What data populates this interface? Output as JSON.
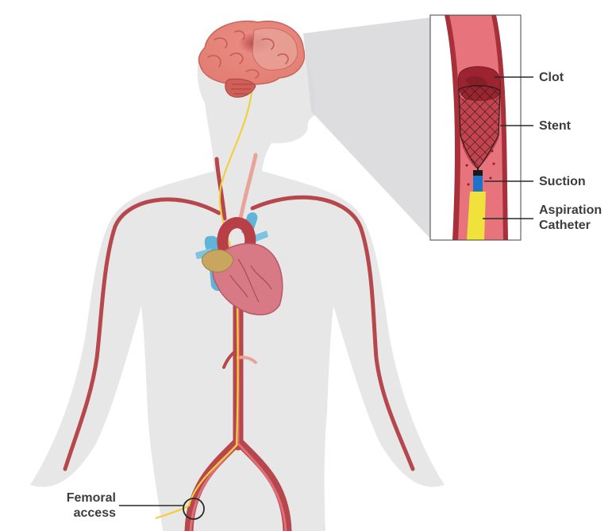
{
  "colors": {
    "silhouette": "#e7e7e8",
    "artery": "#b5474d",
    "artery_light": "#e06f77",
    "wire": "#f2cf3c",
    "brain": "#e98c82",
    "heart": "#d77a86",
    "vein_blue": "#5fb4d8",
    "clot": "#9b2430",
    "suction_blue": "#1e73c9",
    "catheter_yellow": "#f0e23a",
    "label_text": "#3d3d3d"
  },
  "labels": {
    "clot": "Clot",
    "stent": "Stent",
    "suction": "Suction",
    "aspiration_line1": "Aspiration",
    "aspiration_line2": "Catheter",
    "femoral_line1": "Femoral",
    "femoral_line2": "access"
  }
}
